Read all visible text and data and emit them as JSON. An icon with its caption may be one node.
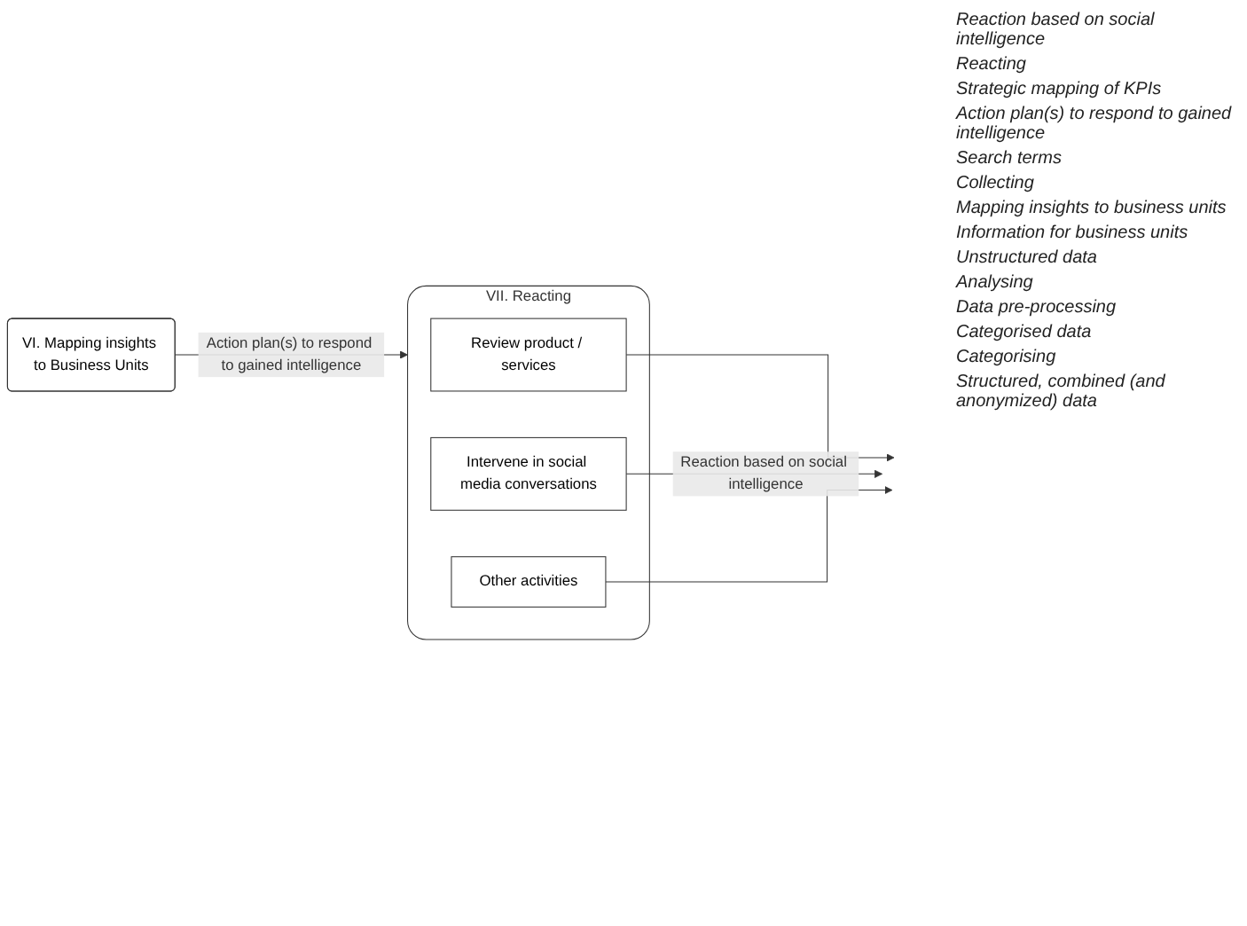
{
  "diagram": {
    "nodes": [
      {
        "text": [
          "VI. Mapping insights to Business Units"
        ]
      },
      {
        "text": [
          "VII. Reacting"
        ]
      },
      {
        "text": [
          "Review product / services"
        ],
        "in": 1
      },
      {
        "text": [
          "Intervene in social media conversations"
        ],
        "in": 1
      },
      {
        "text": [
          "Other activities"
        ],
        "in": 1
      }
    ],
    "edges": [
      {
        "from": 0,
        "to": 1,
        "arrow": "to",
        "label": "Action plan(s) to respond to gained intelligence"
      },
      {
        "from": 2,
        "to": null,
        "arrow": "to"
      },
      {
        "from": 3,
        "to": null,
        "arrow": "to",
        "label": "Reaction based on social intelligence"
      },
      {
        "from": 4,
        "to": null,
        "arrow": "to"
      }
    ],
    "labels": [
      "Reaction based on social intelligence",
      "Reacting",
      "Strategic mapping of KPIs",
      "Action plan(s) to respond to gained intelligence",
      "Search terms",
      "Collecting",
      "Mapping insights to business units",
      "Information for business units",
      "Unstructured data",
      "Analysing",
      "Data pre-processing",
      "Categorised data",
      "Categorising",
      "Structured, combined (and anonymized) data"
    ]
  }
}
